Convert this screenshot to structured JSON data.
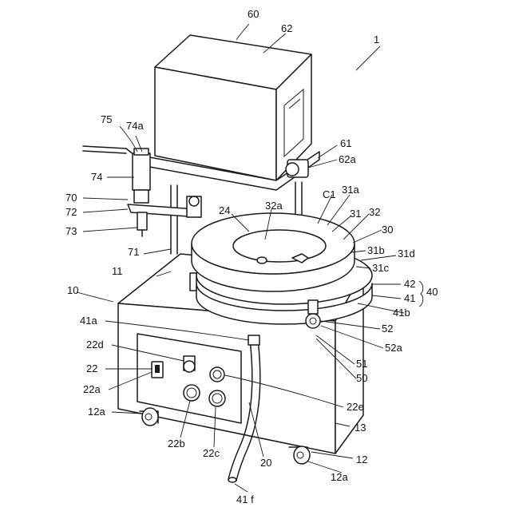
{
  "labels": {
    "l1": "1",
    "l10": "10",
    "l11": "11",
    "l12a_left": "12a",
    "l12": "12",
    "l12a_right": "12a",
    "l13": "13",
    "l20": "20",
    "l22": "22",
    "l22a": "22a",
    "l22b": "22b",
    "l22c": "22c",
    "l22d": "22d",
    "l22e": "22e",
    "l24": "24",
    "l30": "30",
    "l31": "31",
    "l31a": "31a",
    "l31b": "31b",
    "l31c": "31c",
    "l31d": "31d",
    "l32": "32",
    "l32a": "32a",
    "l40": "40",
    "l41": "41",
    "l41a": "41a",
    "l41b": "41b",
    "l41f": "41 f",
    "l42": "42",
    "l50": "50",
    "l51": "51",
    "l52": "52",
    "l52a": "52a",
    "l60": "60",
    "l61": "61",
    "l62": "62",
    "l62a": "62a",
    "l70": "70",
    "l71": "71",
    "l72": "72",
    "l73": "73",
    "l74": "74",
    "l74a": "74a",
    "l75": "75",
    "lC1": "C1"
  }
}
